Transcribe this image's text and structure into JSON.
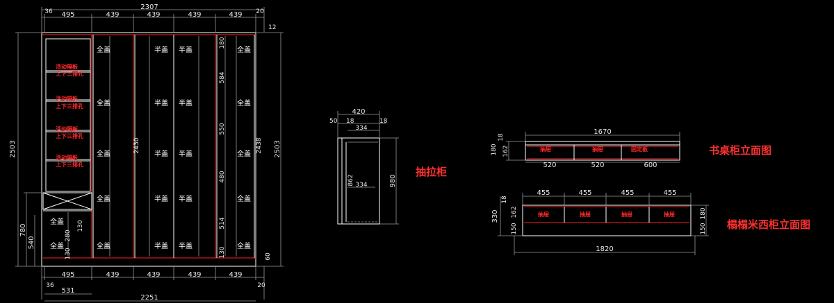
{
  "main_elevation": {
    "top_total": "2307",
    "top_left_end": "36",
    "top_right_end": "20",
    "top_segments": [
      "495",
      "439",
      "439",
      "439",
      "439"
    ],
    "bottom_segments": [
      "495",
      "439",
      "439",
      "439",
      "439"
    ],
    "bottom_left_end": "36",
    "bottom_right_end": "20",
    "bottom_sub": "531",
    "bottom_total": "2251",
    "left_height": "2503",
    "right_height": "2503",
    "top_right_small": "12",
    "inner_height_a": "2430",
    "inner_height_b": "2438",
    "right_col_dims": [
      "180",
      "584",
      "550",
      "480",
      "514",
      "130"
    ],
    "bottom_right_small": "60",
    "lower_left_dims": [
      "780",
      "540"
    ],
    "lower_inner_dims": [
      "130",
      "280",
      "130"
    ],
    "quan_gai": "全盖",
    "ban_gai": "半盖",
    "shelf_note_line1": "活动隔板",
    "shelf_note_line2": "上下三排孔"
  },
  "drawer_cabinet": {
    "title": "抽拉柜",
    "width_total": "420",
    "dim_50": "50",
    "dim_18a": "18",
    "dim_18b": "18",
    "dim_334_top": "334",
    "dim_334_mid": "334",
    "dim_inner_vertical": "862",
    "height": "980"
  },
  "desk_cabinet": {
    "title": "书桌柜立面图",
    "total": "1670",
    "height_dims": [
      "18",
      "180",
      "162"
    ],
    "drawer_labels": [
      "抽屉",
      "抽屉",
      "固定板"
    ],
    "bottom_dims": [
      "520",
      "520",
      "600"
    ]
  },
  "tatami_cabinet": {
    "title": "榻榻米西柜立面图",
    "top_dims": [
      "455",
      "455",
      "455",
      "455"
    ],
    "height_dims": [
      "18",
      "330",
      "162",
      "150"
    ],
    "drawer_labels": [
      "抽屉",
      "抽屉",
      "抽屉",
      "抽屉"
    ],
    "right_dims": [
      "180",
      "150"
    ],
    "total": "1820"
  }
}
